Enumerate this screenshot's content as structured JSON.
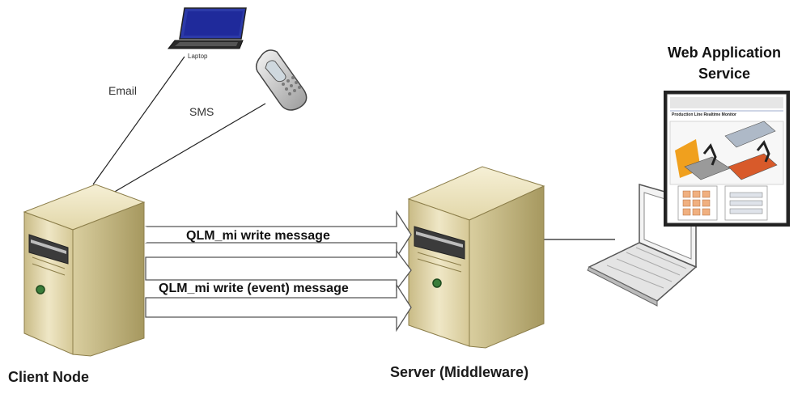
{
  "labels": {
    "email": "Email",
    "sms": "SMS",
    "laptop_caption": "Laptop",
    "client_node": "Client Node",
    "server": "Server (Middleware)",
    "web_app_line1": "Web Application",
    "web_app_line2": "Service",
    "arrow_write": "QLM_mi write message",
    "arrow_event": "QLM_mi write (event) message"
  },
  "screen_content": {
    "header": "Production Line Realtime Monitor"
  },
  "colors": {
    "server_light": "#efe7c6",
    "server_mid": "#d8cc9c",
    "server_dark": "#b9ab74",
    "server_edge": "#8c7e4a",
    "arrow_fill": "#ffffff",
    "arrow_stroke": "#555555",
    "laptop_body": "#e9e9e9",
    "laptop_screen": "#1f2a9b"
  }
}
